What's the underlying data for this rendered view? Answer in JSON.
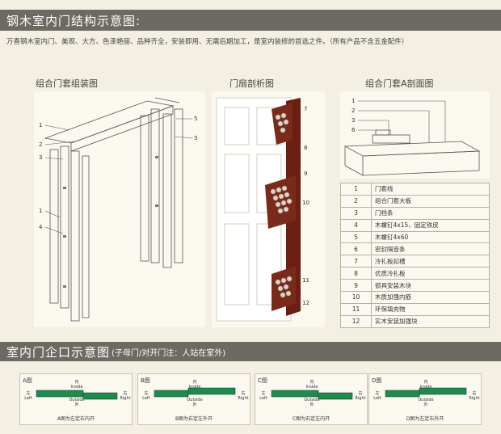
{
  "header": {
    "title": "钢木室内门结构示意图:"
  },
  "intro": {
    "text": "万喜钢木室内门、美观、大方、色泽艳丽、品种齐全，安装即用、无需后期加工，是室内装修的首选之件。（所有产品不含五金配件）"
  },
  "panels": {
    "assembly": {
      "title": "组合门套组装图",
      "callouts": [
        "1",
        "2",
        "3",
        "1",
        "4",
        "5",
        "3"
      ]
    },
    "door": {
      "title": "门扇剖析图",
      "callouts": [
        "7",
        "8",
        "9",
        "10",
        "11",
        "12"
      ]
    },
    "section": {
      "title": "组合门套A剖面图",
      "callouts": [
        "1",
        "2",
        "3",
        "6"
      ]
    }
  },
  "legend": [
    {
      "num": "1",
      "text": "门套线"
    },
    {
      "num": "2",
      "text": "组合门套大板"
    },
    {
      "num": "3",
      "text": "门档条"
    },
    {
      "num": "4",
      "text": "木螺钉4x15、固定铁皮"
    },
    {
      "num": "5",
      "text": "木螺钉4x60"
    },
    {
      "num": "6",
      "text": "密封隔音条"
    },
    {
      "num": "7",
      "text": "冷扎板扣槽"
    },
    {
      "num": "8",
      "text": "优质冷扎板"
    },
    {
      "num": "9",
      "text": "锁具安装木块"
    },
    {
      "num": "10",
      "text": "木质加强内筋"
    },
    {
      "num": "11",
      "text": "环保填充物"
    },
    {
      "num": "12",
      "text": "实木安装加强块"
    }
  ],
  "section2": {
    "title": "室内门企口示意图",
    "subtitle": "(子母门/对开门注：人站在室外)"
  },
  "diagrams": [
    {
      "label": "A图",
      "inside": "内",
      "inside_en": "Inside",
      "outside": "外",
      "outside_en": "Outside",
      "left": "左",
      "left_en": "Left",
      "right": "右",
      "right_en": "Right",
      "caption": "A图为左定右内开"
    },
    {
      "label": "B图",
      "inside": "内",
      "inside_en": "Inside",
      "outside": "外",
      "outside_en": "Outside",
      "left": "左",
      "left_en": "Left",
      "right": "右",
      "right_en": "Right",
      "caption": "B图为右定左外开"
    },
    {
      "label": "C图",
      "inside": "内",
      "inside_en": "Inside",
      "outside": "外",
      "outside_en": "Outside",
      "left": "左",
      "left_en": "Left",
      "right": "右",
      "right_en": "Right",
      "caption": "C图为右定左内开"
    },
    {
      "label": "D图",
      "inside": "内",
      "inside_en": "Inside",
      "outside": "外",
      "outside_en": "Outside",
      "left": "左",
      "left_en": "Left",
      "right": "右",
      "right_en": "Right",
      "caption": "D图为左定右外开"
    }
  ],
  "colors": {
    "bar": "#6d6a63",
    "background": "#f4efe3",
    "green": "#1f8a4a",
    "wood": "#6a1f12"
  }
}
